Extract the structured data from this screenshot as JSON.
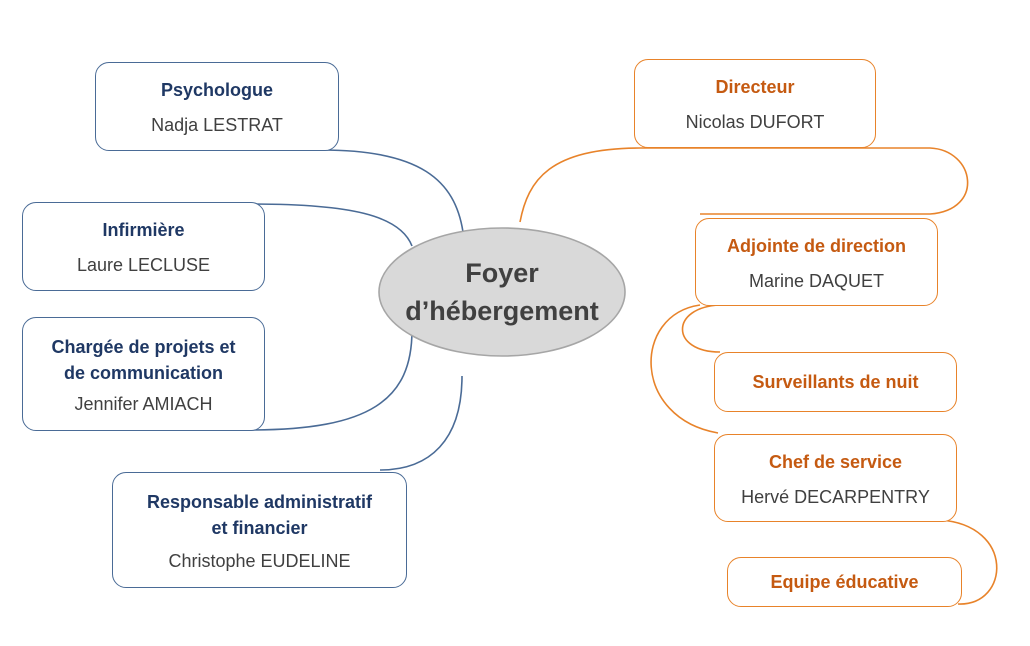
{
  "center": {
    "line1": "Foyer",
    "line2": "d’hébergement"
  },
  "left": {
    "psychologue": {
      "title": "Psychologue",
      "person": "Nadja LESTRAT"
    },
    "infirmiere": {
      "title": "Infirmière",
      "person": "Laure LECLUSE"
    },
    "chargee": {
      "title_line1": "Chargée de projets et",
      "title_line2": "de communication",
      "person": "Jennifer AMIACH"
    },
    "responsable": {
      "title_line1": "Responsable administratif",
      "title_line2": "et financier",
      "person": "Christophe EUDELINE"
    }
  },
  "right": {
    "directeur": {
      "title": "Directeur",
      "person": "Nicolas DUFORT"
    },
    "adjointe": {
      "title": "Adjointe de direction",
      "person": "Marine DAQUET"
    },
    "surveillants": {
      "title": "Surveillants de nuit"
    },
    "chef": {
      "title": "Chef de service",
      "person": "Hervé DECARPENTRY"
    },
    "equipe": {
      "title": "Equipe éducative"
    }
  },
  "colors": {
    "blue_border": "#4a6b96",
    "blue_text": "#1f3864",
    "orange_border": "#e8832a",
    "orange_text": "#c55a11",
    "center_fill": "#d9d9d9",
    "center_border": "#a6a6a6"
  }
}
